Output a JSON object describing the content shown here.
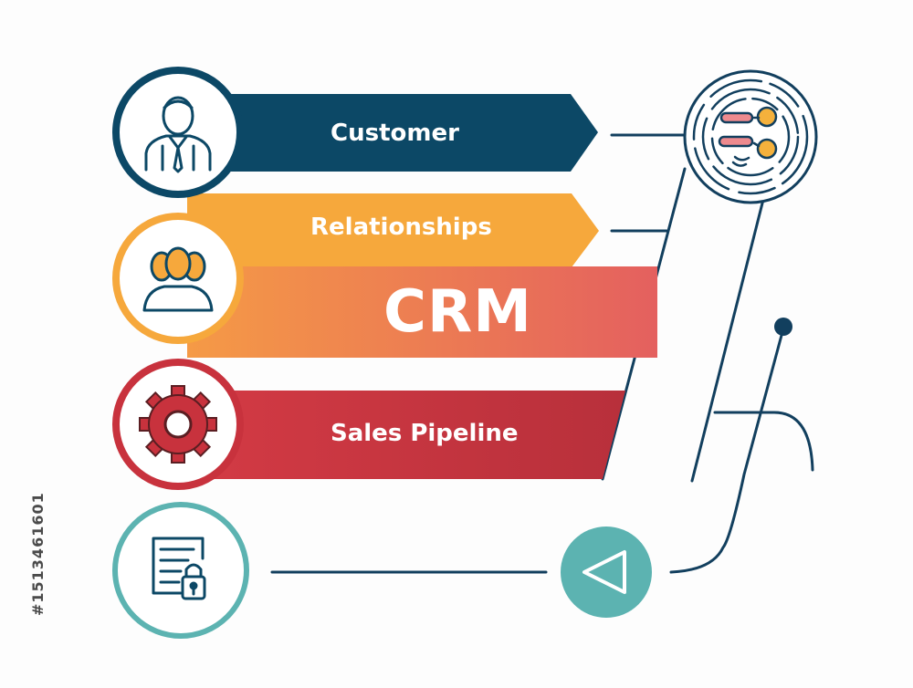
{
  "labels": {
    "customer": "Customer",
    "relationships": "Relationships",
    "crm": "CRM",
    "sales_pipeline": "Sales Pipeline"
  },
  "watermark": {
    "id_text": "#1513461601"
  },
  "colors": {
    "navy": "#0c4866",
    "orange": "#f6a83c",
    "coral": "#ec7458",
    "red": "#c8323d",
    "teal": "#5cb3b1",
    "line": "#123f5e"
  },
  "icons": {
    "customer": "businessman-icon",
    "relationships": "group-icon",
    "sales_pipeline": "gear-icon",
    "security": "document-lock-icon",
    "connection": "handshake-icon",
    "action": "play-back-icon"
  }
}
